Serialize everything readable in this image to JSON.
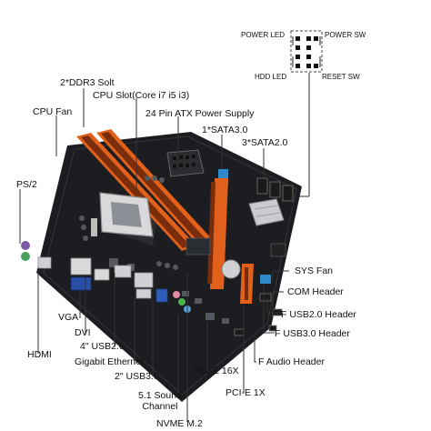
{
  "header_diagram": {
    "power_led": "POWER LED",
    "power_sw": "POWER SW",
    "hdd_led": "HDD LED",
    "reset_sw": "RESET SW"
  },
  "labels": {
    "ddr3": "2*DDR3 Solt",
    "cpu_slot": "CPU Slot(Core i7 i5 i3)",
    "cpu_fan": "CPU Fan",
    "atx_power": "24 Pin ATX Power Supply",
    "sata3": "1*SATA3.0",
    "sata2": "3*SATA2.0",
    "ps2": "PS/2",
    "sys_fan": "SYS Fan",
    "com_header": "COM Header",
    "f_usb2": "F USB2.0 Header",
    "f_usb3": "F USB3.0 Header",
    "f_audio": "F Audio Header",
    "vga": "VGA",
    "dvi": "DVI",
    "hdmi": "HDMI",
    "usb2_rear": "4\" USB2.0",
    "gbe": "Gigabit Ethernet",
    "usb3_rear": "2\" USB3.0",
    "sound": "5.1 Sound\nChannel",
    "pcie16": "PCI-E 16X",
    "pcie1": "PCI-E 1X",
    "nvme": "NVME M.2"
  },
  "colors": {
    "pcb": "#1c1d20",
    "dimm": "#e0601c",
    "pcie_slot": "#e0601c",
    "sata": "#2f88c9",
    "usb3": "#2e5fb8",
    "usb_header": "#2f88c9",
    "audio_green": "#4cb04c",
    "audio_pink": "#e08aa6",
    "vga_blue": "#2a4fa8",
    "ps2_purple": "#7d5aa6",
    "ps2_green": "#4ca060",
    "line": "#333333"
  }
}
